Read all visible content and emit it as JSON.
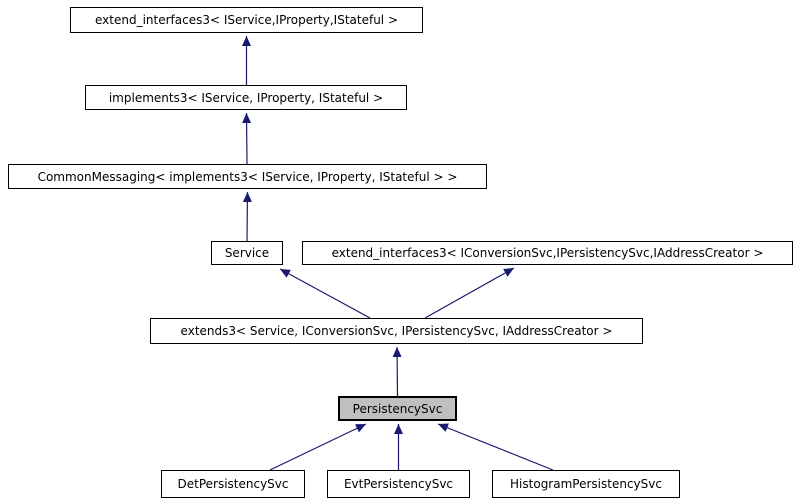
{
  "diagram": {
    "type": "class-inheritance-graph",
    "background_color": "#ffffff",
    "node_border_color": "#000000",
    "node_fill_color": "#ffffff",
    "highlight_fill_color": "#bfbfbf",
    "edge_color": "#191970",
    "nodes": [
      {
        "id": "extend_interfaces3_iservice",
        "label": "extend_interfaces3< IService,IProperty,IStateful >",
        "highlighted": false
      },
      {
        "id": "implements3",
        "label": "implements3< IService, IProperty, IStateful >",
        "highlighted": false
      },
      {
        "id": "common_messaging",
        "label": "CommonMessaging< implements3< IService, IProperty, IStateful > >",
        "highlighted": false
      },
      {
        "id": "service",
        "label": "Service",
        "highlighted": false
      },
      {
        "id": "extend_interfaces3_iconversionsvc",
        "label": "extend_interfaces3< IConversionSvc,IPersistencySvc,IAddressCreator >",
        "highlighted": false
      },
      {
        "id": "extends3",
        "label": "extends3< Service, IConversionSvc, IPersistencySvc, IAddressCreator >",
        "highlighted": false
      },
      {
        "id": "persistency_svc",
        "label": "PersistencySvc",
        "highlighted": true
      },
      {
        "id": "det_persistency_svc",
        "label": "DetPersistencySvc",
        "highlighted": false
      },
      {
        "id": "evt_persistency_svc",
        "label": "EvtPersistencySvc",
        "highlighted": false
      },
      {
        "id": "histogram_persistency_svc",
        "label": "HistogramPersistencySvc",
        "highlighted": false
      }
    ],
    "edges": [
      {
        "from": "implements3",
        "to": "extend_interfaces3_iservice"
      },
      {
        "from": "common_messaging",
        "to": "implements3"
      },
      {
        "from": "service",
        "to": "common_messaging"
      },
      {
        "from": "extends3",
        "to": "service"
      },
      {
        "from": "extends3",
        "to": "extend_interfaces3_iconversionsvc"
      },
      {
        "from": "persistency_svc",
        "to": "extends3"
      },
      {
        "from": "det_persistency_svc",
        "to": "persistency_svc"
      },
      {
        "from": "evt_persistency_svc",
        "to": "persistency_svc"
      },
      {
        "from": "histogram_persistency_svc",
        "to": "persistency_svc"
      }
    ]
  }
}
